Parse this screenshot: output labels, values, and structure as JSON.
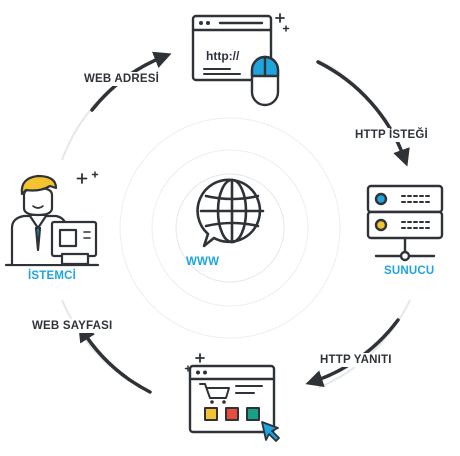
{
  "diagram": {
    "center_label": "WWW",
    "browser_url": "http://",
    "nodes": {
      "client_label": "İSTEMCİ",
      "server_label": "SUNUCU"
    },
    "edges": {
      "web_address": "WEB ADRESİ",
      "http_request": "HTTP İSTEĞİ",
      "http_response": "HTTP YANITI",
      "web_page": "WEB SAYFASI"
    },
    "colors": {
      "outline": "#2f3338",
      "accent_blue": "#1fa4de",
      "yellow": "#f4c430",
      "red": "#e74c3c",
      "teal": "#16a085",
      "ring": "#e6e7ea"
    }
  }
}
